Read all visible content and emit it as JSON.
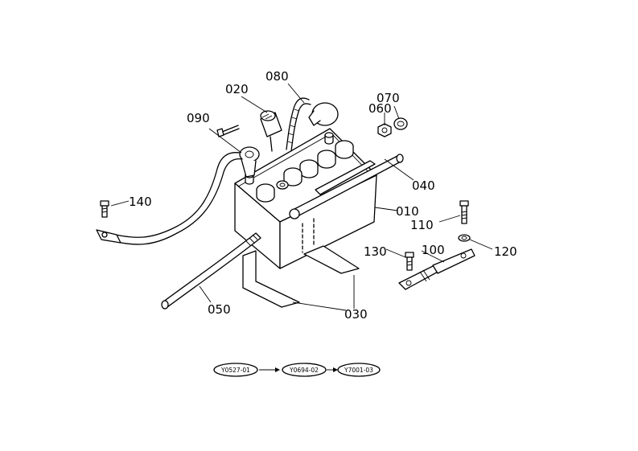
{
  "callouts": {
    "c010": "010",
    "c020": "020",
    "c030": "030",
    "c040": "040",
    "c050": "050",
    "c060": "060",
    "c070": "070",
    "c080": "080",
    "c090": "090",
    "c100": "100",
    "c110": "110",
    "c120": "120",
    "c130": "130",
    "c140": "140"
  },
  "versions": [
    "Y0527-01",
    "Y0694-02",
    "Y7001-03"
  ]
}
